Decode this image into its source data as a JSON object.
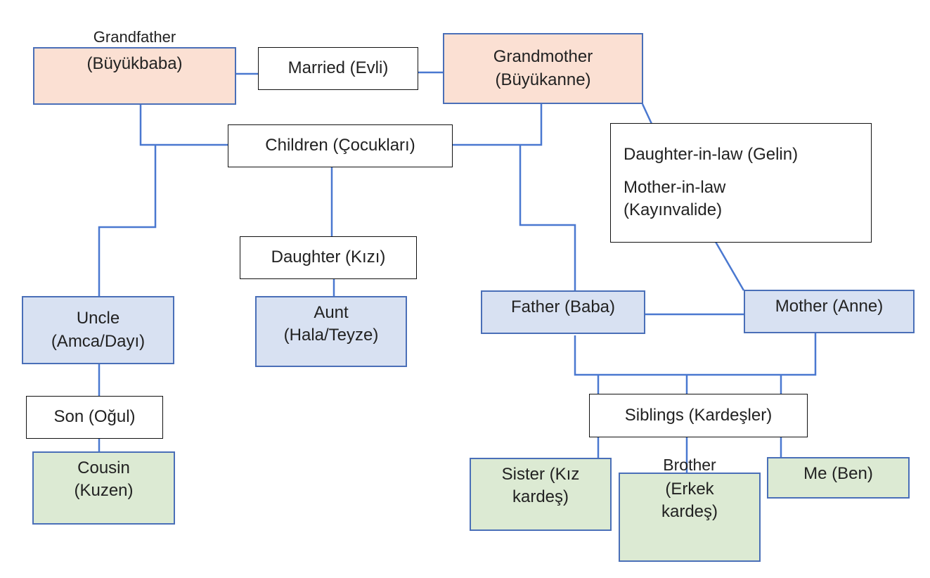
{
  "nodes": {
    "grandfather": {
      "line1": "Grandfather",
      "line2": "(Büyükbaba)"
    },
    "married": "Married (Evli)",
    "grandmother": {
      "line1": "Grandmother",
      "line2": "(Büyükanne)"
    },
    "children": "Children (Çocukları)",
    "inlaw": {
      "line1": "Daughter-in-law (Gelin)",
      "line2": "Mother-in-law",
      "line3": "(Kayınvalide)"
    },
    "daughter": "Daughter (Kızı)",
    "uncle": {
      "line1": "Uncle",
      "line2": "(Amca/Dayı)"
    },
    "aunt": {
      "line1": "Aunt",
      "line2": "(Hala/Teyze)"
    },
    "father": "Father (Baba)",
    "mother": "Mother (Anne)",
    "son": "Son (Oğul)",
    "cousin": {
      "line1": "Cousin",
      "line2": "(Kuzen)"
    },
    "siblings": "Siblings (Kardeşler)",
    "sister": {
      "line1": "Sister (Kız",
      "line2": "kardeş)"
    },
    "brother": {
      "line1": "Brother",
      "line2": "(Erkek",
      "line3": "kardeş)"
    },
    "me": "Me (Ben)"
  },
  "colors": {
    "connector": "#4a78d0",
    "grandparents_fill": "#fbe0d3",
    "parents_generation_fill": "#d8e1f2",
    "youngest_generation_fill": "#dcead3",
    "label_fill": "#ffffff"
  }
}
